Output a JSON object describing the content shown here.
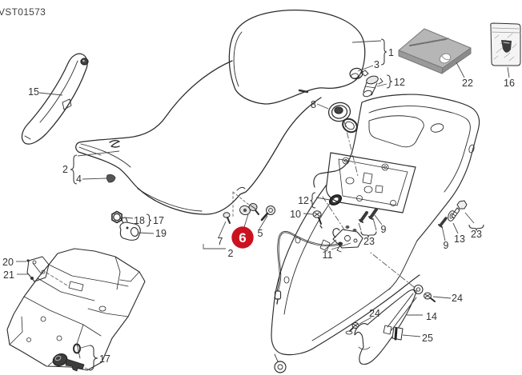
{
  "diagram": {
    "code": "VST01573",
    "background": "#ffffff",
    "line_color": "#2b2b2b",
    "notation": {
      "group_brace_close": "}",
      "group_brace_open": "{",
      "pair_underbrace": "⏟"
    }
  },
  "highlight": {
    "label": "6",
    "color": "#cb121f",
    "text_color": "#ffffff"
  },
  "callouts": [
    {
      "label": "15"
    },
    {
      "label": "2"
    },
    {
      "label": "4"
    },
    {
      "label": "18"
    },
    {
      "label": "17"
    },
    {
      "label": "19"
    },
    {
      "label": "20"
    },
    {
      "label": "21"
    },
    {
      "label": "17"
    },
    {
      "label": "7"
    },
    {
      "label": "2"
    },
    {
      "label": "5"
    },
    {
      "label": "8"
    },
    {
      "label": "3"
    },
    {
      "label": "1"
    },
    {
      "label": "12"
    },
    {
      "label": "22"
    },
    {
      "label": "16"
    },
    {
      "label": "12"
    },
    {
      "label": "10"
    },
    {
      "label": "11"
    },
    {
      "label": "9"
    },
    {
      "label": "23"
    },
    {
      "label": "9"
    },
    {
      "label": "13"
    },
    {
      "label": "23"
    },
    {
      "label": "14"
    },
    {
      "label": "24"
    },
    {
      "label": "24"
    },
    {
      "label": "25"
    }
  ]
}
